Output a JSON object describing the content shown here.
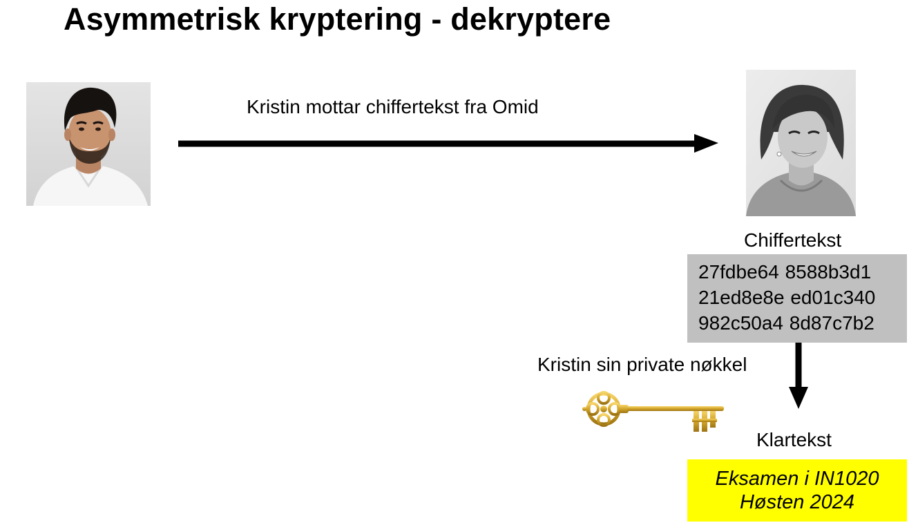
{
  "slide": {
    "title": "Asymmetrisk kryptering - dekryptere"
  },
  "transfer": {
    "label": "Kristin mottar chiffertekst fra Omid"
  },
  "ciphertext": {
    "heading": "Chiffertekst",
    "lines": [
      "27fdbe64  8588b3d1",
      "21ed8e8e ed01c340",
      "982c50a4 8d87c7b2"
    ]
  },
  "key": {
    "label": "Kristin sin private nøkkel",
    "icon": "golden-key-icon",
    "color": "#d4a62a"
  },
  "plaintext": {
    "heading": "Klartekst",
    "lines": [
      "Eksamen i IN1020",
      "Høsten 2024"
    ],
    "background": "#ffff00"
  },
  "colors": {
    "cipher_box": "#c0c0c0",
    "arrow": "#000000"
  }
}
